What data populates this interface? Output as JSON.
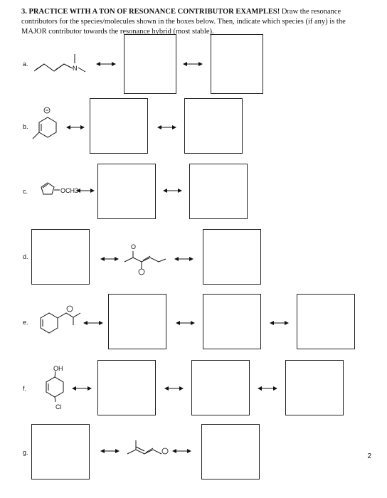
{
  "header": {
    "number": "3.",
    "title": "PRACTICE WITH A TON OF RESONANCE CONTRIBUTOR EXAMPLES!",
    "instructions": "Draw the resonance contributors for the species/molecules shown in the boxes below. Then, indicate which species (if any) is the MAJOR contributor towards the resonance hybrid (most stable)."
  },
  "problems": [
    {
      "label": "a."
    },
    {
      "label": "b."
    },
    {
      "label": "c.",
      "substituent": "OCH3"
    },
    {
      "label": "d.",
      "atom": "O"
    },
    {
      "label": "e."
    },
    {
      "label": "f.",
      "sub1": "OH",
      "sub2": "Cl"
    },
    {
      "label": "g."
    }
  ],
  "atoms": {
    "nitrogen": "N"
  },
  "page_number": "2"
}
